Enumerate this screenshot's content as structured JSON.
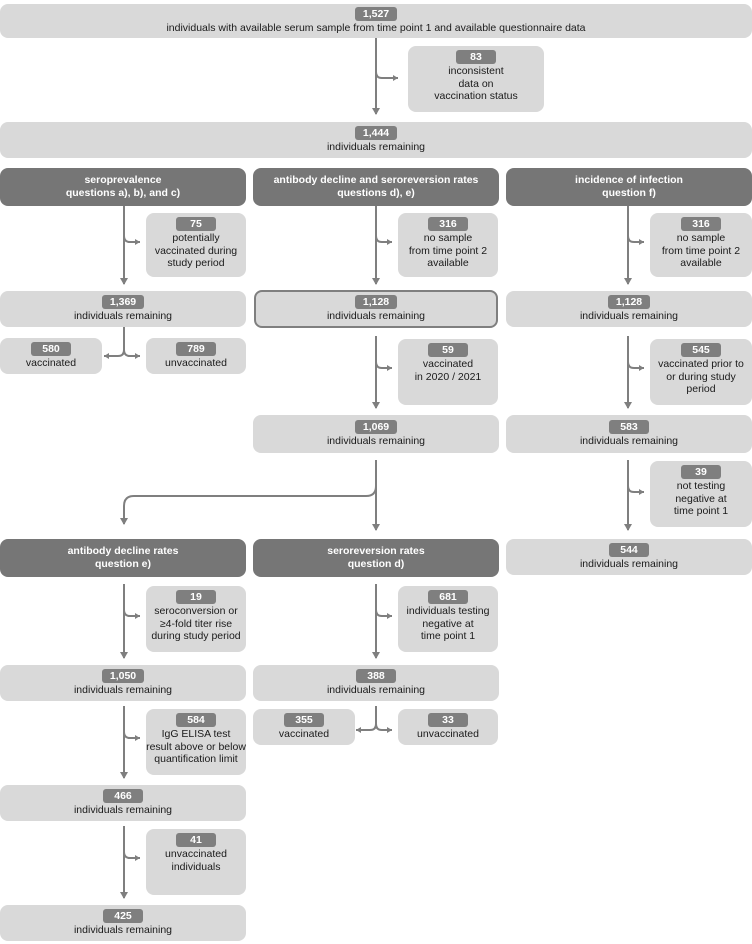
{
  "top": {
    "start": {
      "n": "1,527",
      "text": "individuals with available serum sample from time point 1 and available questionnaire data"
    },
    "excl_inconsistent": {
      "n": "83",
      "line1": "inconsistent",
      "line2": "data  on",
      "line3": "vaccination status"
    },
    "remaining": {
      "n": "1,444",
      "text": "individuals remaining"
    }
  },
  "col1": {
    "header": {
      "line1": "seroprevalence",
      "line2": "questions a), b), and c)"
    },
    "excl": {
      "n": "75",
      "line1": "potentially",
      "line2": "vaccinated during",
      "line3": "study period"
    },
    "remaining": {
      "n": "1,369",
      "text": "individuals remaining"
    },
    "vacc": {
      "n": "580",
      "text": "vaccinated"
    },
    "unvacc": {
      "n": "789",
      "text": "unvaccinated"
    }
  },
  "col2": {
    "header": {
      "line1": "antibody decline and seroreversion rates",
      "line2": "questions d), e)"
    },
    "excl1": {
      "n": "316",
      "line1": "no sample",
      "line2": "from time point 2",
      "line3": "available"
    },
    "remaining1": {
      "n": "1,128",
      "text": "individuals remaining"
    },
    "excl2": {
      "n": "59",
      "line1": "vaccinated",
      "line2": "in 2020 / 2021"
    },
    "remaining2": {
      "n": "1,069",
      "text": "individuals remaining"
    }
  },
  "col3": {
    "header": {
      "line1": "incidence of infection",
      "line2": "question f)"
    },
    "excl1": {
      "n": "316",
      "line1": "no sample",
      "line2": "from time point 2",
      "line3": "available"
    },
    "remaining1": {
      "n": "1,128",
      "text": "individuals remaining"
    },
    "excl2": {
      "n": "545",
      "line1": "vaccinated prior to",
      "line2": "or during study",
      "line3": "period"
    },
    "remaining2": {
      "n": "583",
      "text": "individuals remaining"
    },
    "excl3": {
      "n": "39",
      "line1": "not testing",
      "line2": "negative at",
      "line3": "time point 1"
    },
    "remaining3": {
      "n": "544",
      "text": "individuals remaining"
    }
  },
  "decline": {
    "header": {
      "line1": "antibody decline rates",
      "line2": "question e)"
    },
    "excl1": {
      "n": "19",
      "line1": "seroconversion or",
      "line2": "≥4-fold titer rise",
      "line3": "during study period"
    },
    "remaining1": {
      "n": "1,050",
      "text": "individuals remaining"
    },
    "excl2": {
      "n": "584",
      "line1": "IgG ELISA test",
      "line2": "result above or below",
      "line3": "quantification limit"
    },
    "remaining2": {
      "n": "466",
      "text": "individuals remaining"
    },
    "excl3": {
      "n": "41",
      "line1": "unvaccinated",
      "line2": "individuals"
    },
    "remaining3": {
      "n": "425",
      "text": "individuals remaining"
    }
  },
  "seroreversion": {
    "header": {
      "line1": "seroreversion rates",
      "line2": "question d)"
    },
    "excl1": {
      "n": "681",
      "line1": "individuals testing",
      "line2": "negative at",
      "line3": "time point 1"
    },
    "remaining1": {
      "n": "388",
      "text": "individuals remaining"
    },
    "vacc": {
      "n": "355",
      "text": "vaccinated"
    },
    "unvacc": {
      "n": "33",
      "text": "unvaccinated"
    }
  },
  "colors": {
    "box": "#d9d9d9",
    "header": "#767676",
    "badge": "#7f7f7f",
    "arrow": "#7f7f7f"
  }
}
